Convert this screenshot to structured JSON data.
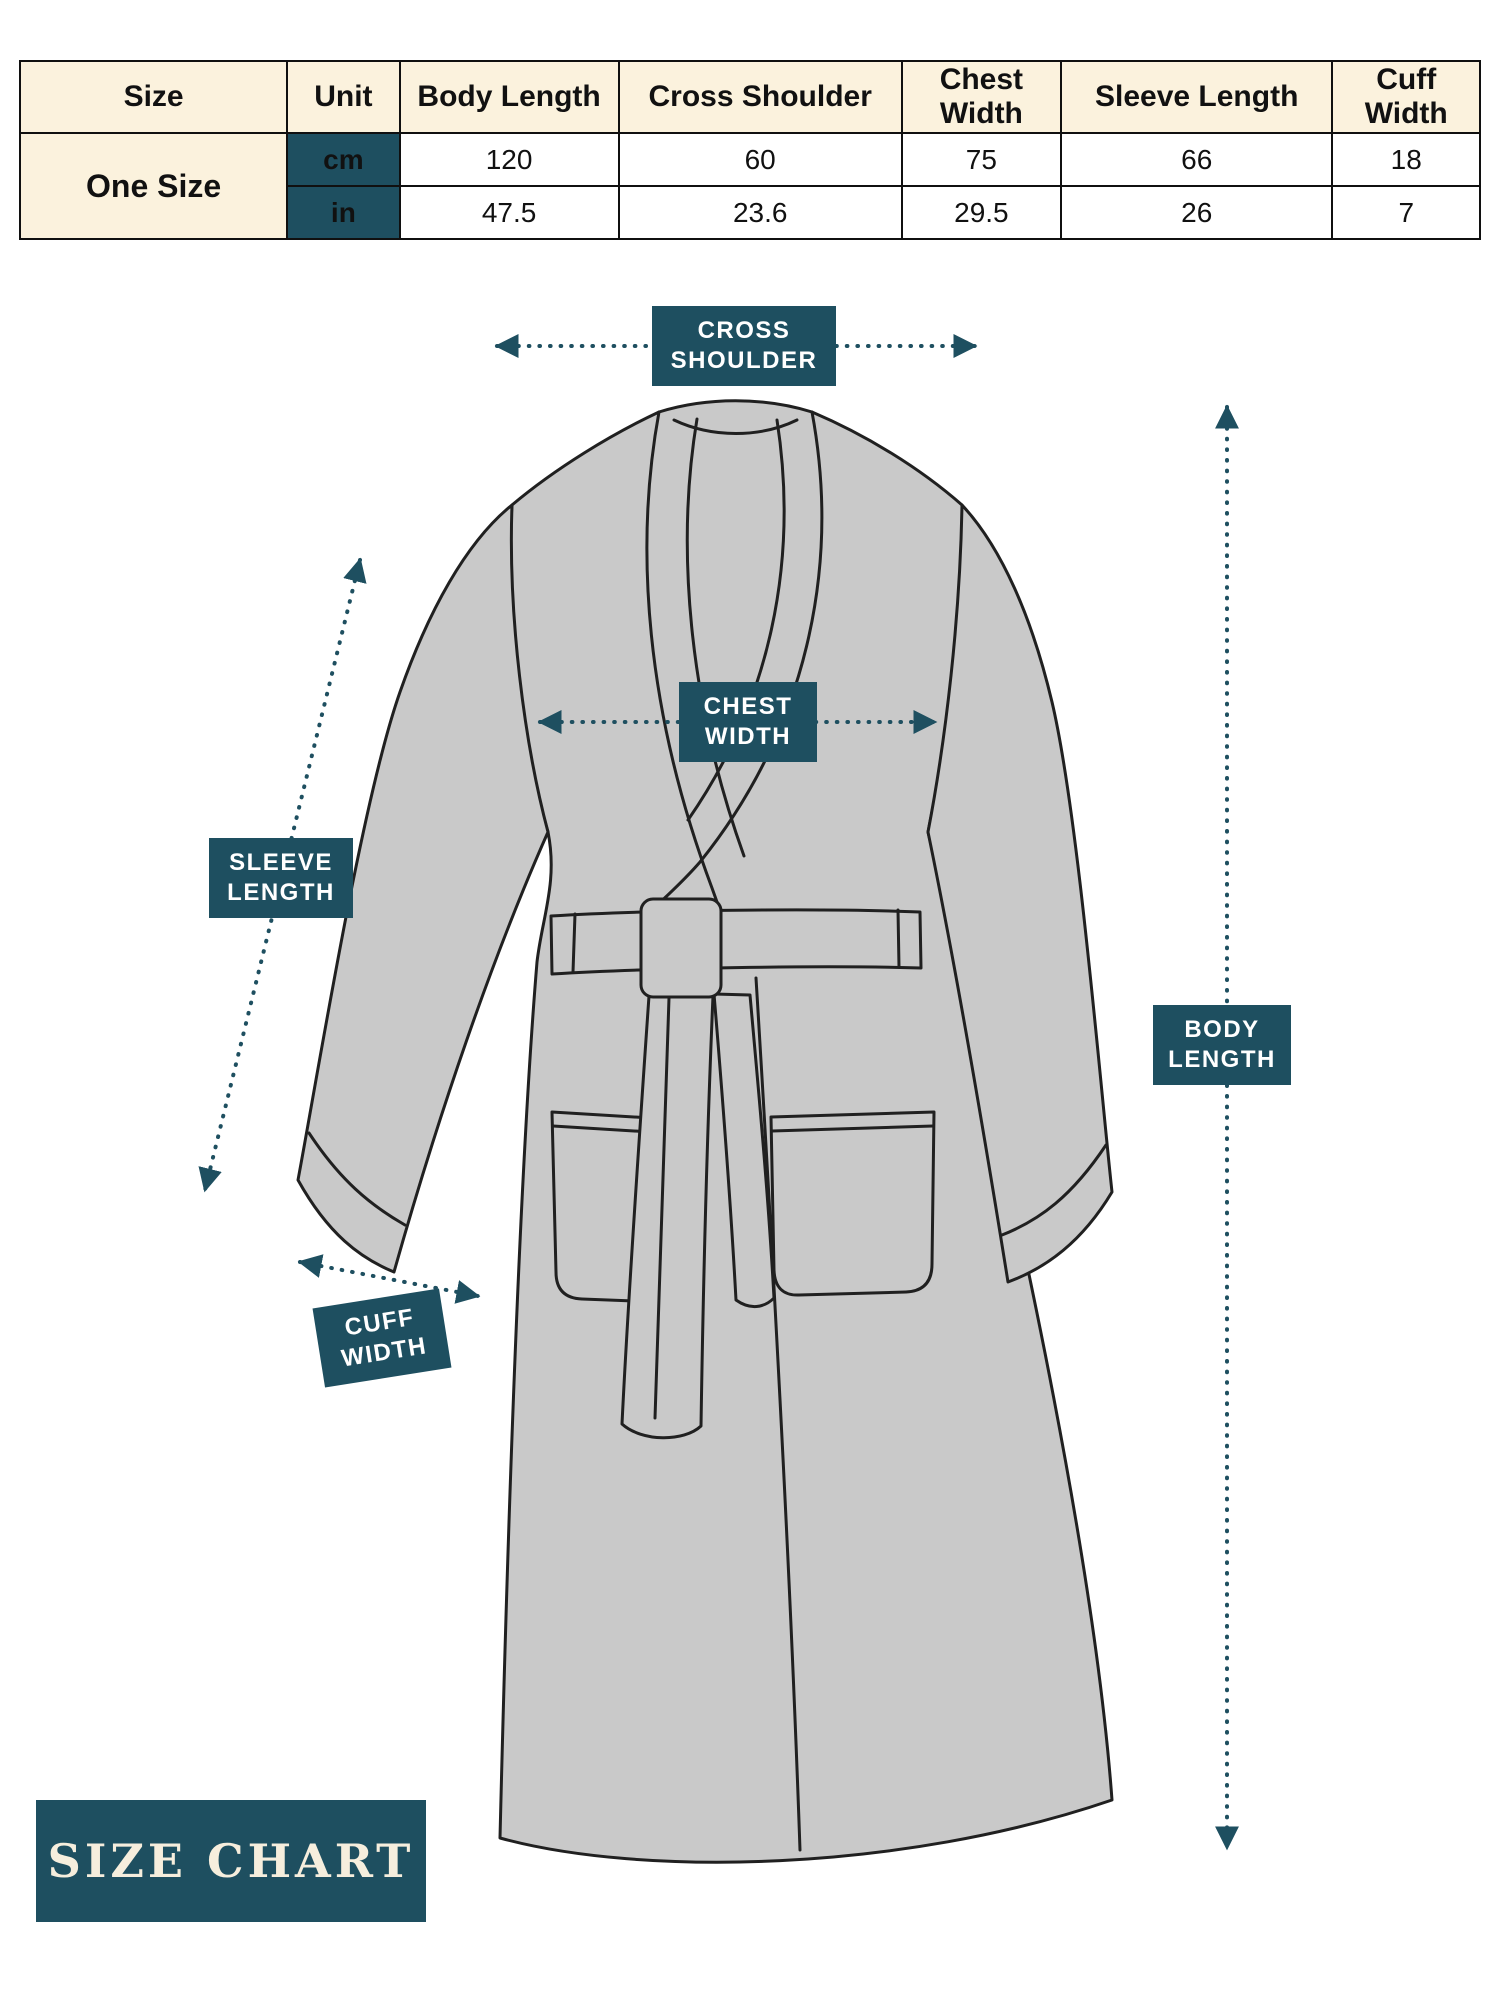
{
  "colors": {
    "teal": "#1e4f60",
    "cream": "#fbf2dd",
    "robe_gray": "#c9c9c9",
    "outline": "#202020"
  },
  "size_table": {
    "columns": [
      "Size",
      "Unit",
      "Body Length",
      "Cross Shoulder",
      "Chest Width",
      "Sleeve Length",
      "Cuff Width"
    ],
    "size_label": "One Size",
    "rows": [
      {
        "unit": "cm",
        "values": [
          "120",
          "60",
          "75",
          "66",
          "18"
        ]
      },
      {
        "unit": "in",
        "values": [
          "47.5",
          "23.6",
          "29.5",
          "26",
          "7"
        ]
      }
    ]
  },
  "diagram": {
    "labels": {
      "cross_shoulder": "CROSS SHOULDER",
      "chest_width": "CHEST WIDTH",
      "sleeve_length": "SLEEVE LENGTH",
      "body_length": "BODY LENGTH",
      "cuff_width": "CUFF WIDTH"
    }
  },
  "footer": {
    "title": "SIZE CHART"
  },
  "chart_data": {
    "type": "table",
    "title": "Robe size chart (One Size)",
    "columns": [
      "Size",
      "Unit",
      "Body Length",
      "Cross Shoulder",
      "Chest Width",
      "Sleeve Length",
      "Cuff Width"
    ],
    "rows": [
      [
        "One Size",
        "cm",
        120,
        60,
        75,
        66,
        18
      ],
      [
        "One Size",
        "in",
        47.5,
        23.6,
        29.5,
        26,
        7
      ]
    ]
  }
}
